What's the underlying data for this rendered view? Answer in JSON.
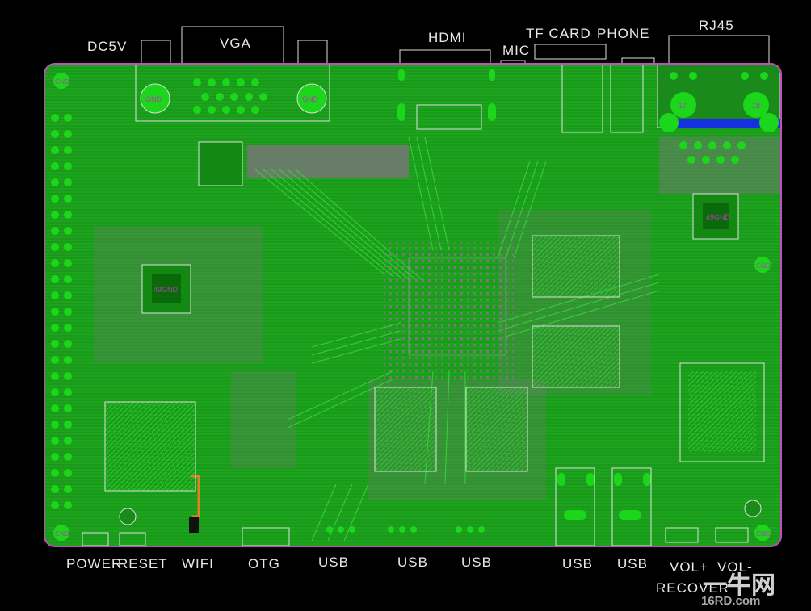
{
  "top_labels": {
    "dc": "DC5V",
    "vga": "VGA",
    "hdmi": "HDMI",
    "mic": "MIC",
    "tf": "TF CARD",
    "phone": "PHONE",
    "rj45": "RJ45"
  },
  "bottom_labels": {
    "power": "POWER",
    "reset": "RESET",
    "wifi": "WIFI",
    "otg": "OTG",
    "usb1": "USB",
    "usb2": "USB",
    "usb3": "USB",
    "usb4": "USB",
    "usb5": "USB",
    "volp": "VOL+",
    "volm": "VOL-",
    "recover": "RECOVER"
  },
  "board_marks": {
    "gnd": "GND",
    "vga_gnd_left": "GND",
    "vga_gnd_right": "GND",
    "rj_left": "17",
    "rj_right": "18",
    "chip_a": "49GND",
    "chip_b": "49GND"
  },
  "watermark": {
    "brand": "一牛网",
    "site": "16RD.com"
  },
  "colors": {
    "board": "#1a9a1a",
    "trace": "#2fd02f",
    "pad": "#1bd61b",
    "outline": "#e0e0e0",
    "edge": "#c050c0"
  }
}
